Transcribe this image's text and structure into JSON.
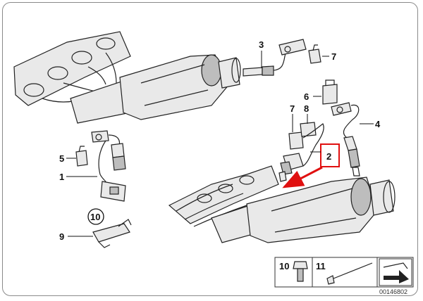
{
  "diagram": {
    "labels": {
      "p1": "1",
      "p2": "2",
      "p3": "3",
      "p4": "4",
      "p5": "5",
      "p6": "6",
      "p7a": "7",
      "p7b": "7",
      "p8": "8",
      "p9": "9",
      "p10": "10"
    },
    "legend": {
      "item10": "10",
      "item11": "11"
    },
    "reference_number": "00146802",
    "highlight_color": "#e01010"
  }
}
